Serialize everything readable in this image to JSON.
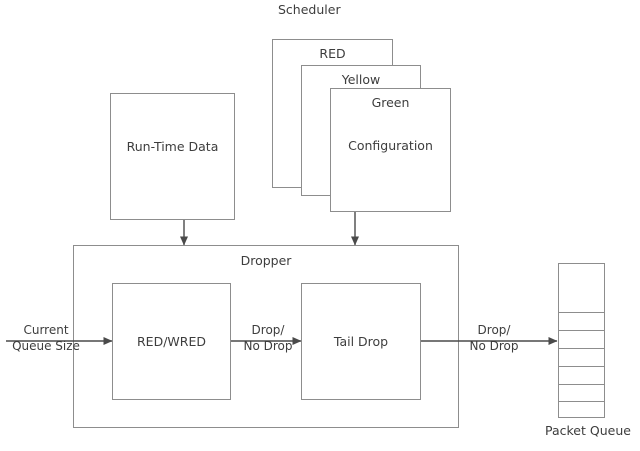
{
  "diagram": {
    "title": "Scheduler",
    "scheduler": {
      "title": "Scheduler",
      "cards": [
        {
          "name": "red-card",
          "label": "RED"
        },
        {
          "name": "yellow-card",
          "label": "Yellow"
        },
        {
          "name": "green-card",
          "label": "Green",
          "body": "Configuration"
        }
      ]
    },
    "runtime": {
      "label": "Run-Time Data"
    },
    "dropper": {
      "label": "Dropper",
      "stages": [
        {
          "name": "red-wred",
          "label": "RED/WRED"
        },
        {
          "name": "tail-drop",
          "label": "Tail Drop"
        }
      ]
    },
    "edges": {
      "input": {
        "line1": "Current",
        "line2": "Queue Size"
      },
      "mid": {
        "line1": "Drop/",
        "line2": "No Drop"
      },
      "output": {
        "line1": "Drop/",
        "line2": "No Drop"
      }
    },
    "queue": {
      "label": "Packet Queue",
      "cells": 6
    },
    "colors": {
      "stroke": "#8d8d8d",
      "arrow": "#4a4a4a",
      "text": "#3d3d3d",
      "background": "#ffffff"
    }
  }
}
